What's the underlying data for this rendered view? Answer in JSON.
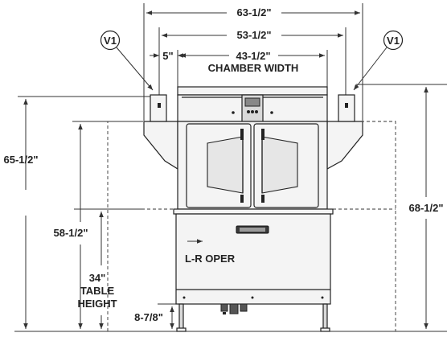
{
  "dimensions": {
    "overall_width": "63-1/2\"",
    "inner_width": "53-1/2\"",
    "chamber_width_value": "43-1/2\"",
    "chamber_width_label": "CHAMBER WIDTH",
    "side_offset": "5\"",
    "left_height": "65-1/2\"",
    "right_height": "68-1/2\"",
    "mid_height": "58-1/2\"",
    "table_height_value": "34\"",
    "table_height_label1": "TABLE",
    "table_height_label2": "HEIGHT",
    "leg_height": "8-7/8\""
  },
  "labels": {
    "vent_left": "V1",
    "vent_right": "V1",
    "operation": "L-R OPER"
  }
}
